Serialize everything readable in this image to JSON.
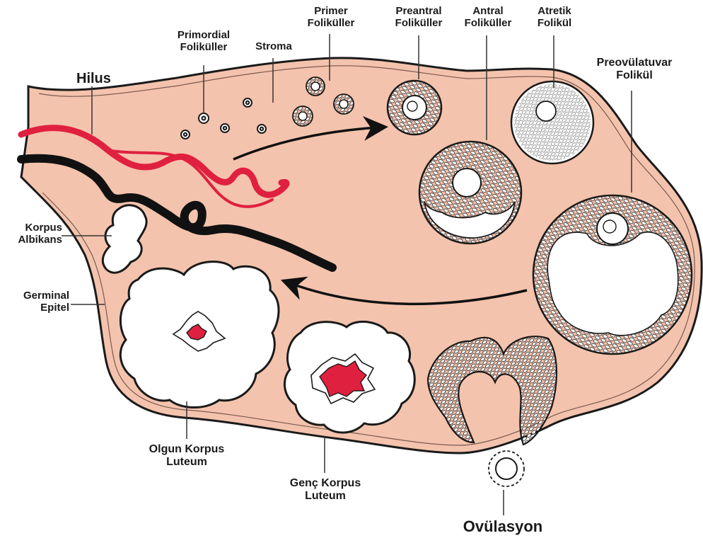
{
  "labels": {
    "hilus": "Hilus",
    "primordial": [
      "Primordial",
      "Foliküller"
    ],
    "stroma": "Stroma",
    "primer": [
      "Primer",
      "Foliküller"
    ],
    "preantral": [
      "Preantral",
      "Foliküller"
    ],
    "antral": [
      "Antral",
      "Foliküller"
    ],
    "atretik": [
      "Atretik",
      "Folikül"
    ],
    "preovulatuvar": [
      "Preovülatuvar",
      "Folikül"
    ],
    "korpus_albikans": [
      "Korpus",
      "Albikans"
    ],
    "germinal_epitel": [
      "Germinal",
      "Epitel"
    ],
    "olgun_korpus_luteum": [
      "Olgun Korpus",
      "Luteum"
    ],
    "genc_korpus_luteum": [
      "Genç Korpus",
      "Luteum"
    ],
    "ovulasyon": "Ovülasyon"
  },
  "colors": {
    "ovary_fill": "#f4c3ad",
    "outline": "#1a1a1a",
    "artery": "#e0203f",
    "vein": "#111111",
    "follicle_white": "#ffffff"
  }
}
